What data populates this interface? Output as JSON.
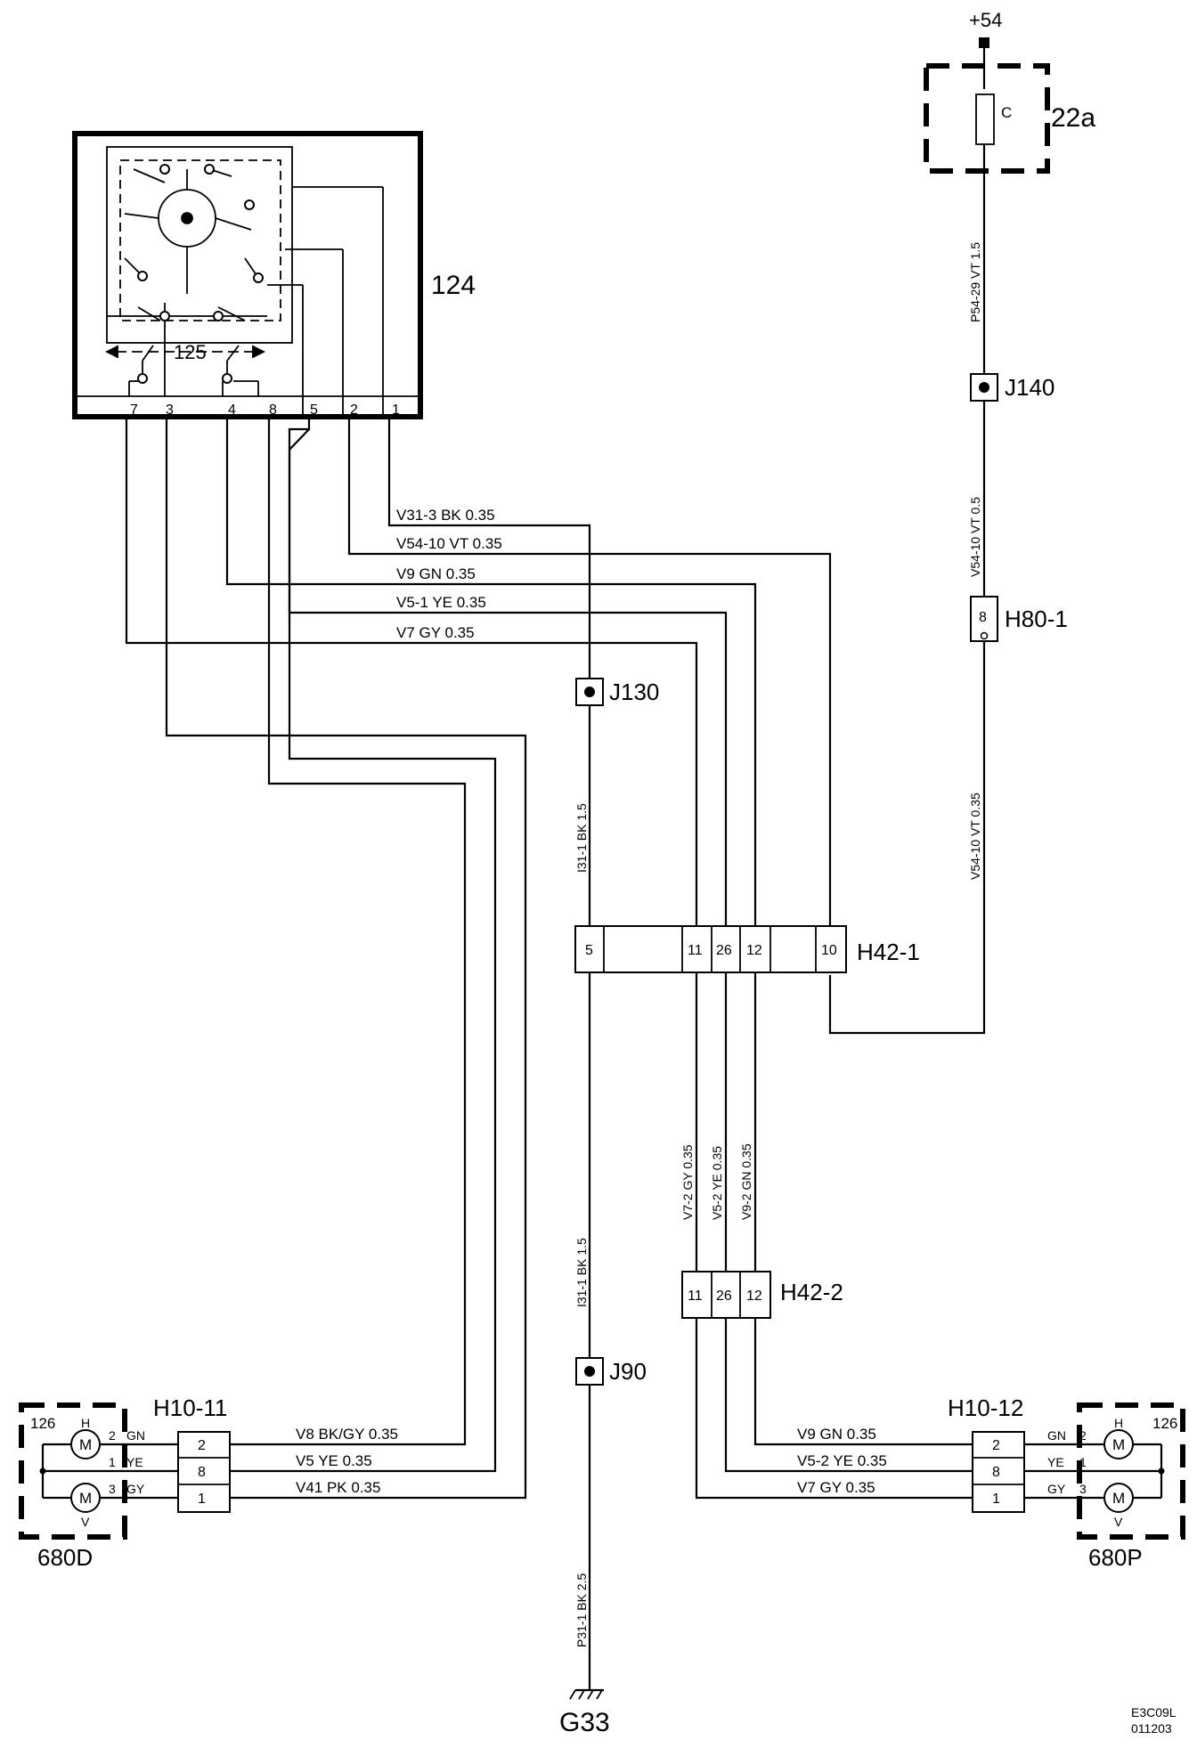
{
  "components": {
    "switch": "124",
    "switch_inner": "125",
    "fuse_box": "22a",
    "fuse_letter": "C",
    "supply": "+54",
    "ground": "G33",
    "mirror_left_motor": "126",
    "mirror_right_motor": "126",
    "mirror_left": "680D",
    "mirror_right": "680P",
    "motor_letter": "M",
    "motor_h": "H",
    "motor_v": "V"
  },
  "switch_pins": [
    "7",
    "3",
    "4",
    "8",
    "5",
    "2",
    "1"
  ],
  "connectors": {
    "j140": "J140",
    "h80_1": "H80-1",
    "h80_1_pin": "8",
    "j130": "J130",
    "h42_1": "H42-1",
    "h42_1_pins": [
      "5",
      "11",
      "26",
      "12",
      "10"
    ],
    "h42_2": "H42-2",
    "h42_2_pins": [
      "11",
      "26",
      "12"
    ],
    "j90": "J90",
    "h10_11": "H10-11",
    "h10_11_pins": [
      "2",
      "8",
      "1"
    ],
    "h10_12": "H10-12",
    "h10_12_pins": [
      "2",
      "8",
      "1"
    ]
  },
  "wires": {
    "v31_3": "V31-3  BK  0.35",
    "v54_10a": "V54-10  VT  0.35",
    "v9": "V9  GN  0.35",
    "v5_1": "V5-1  YE  0.35",
    "v7": "V7  GY  0.35",
    "p54_29": "P54-29  VT  1.5",
    "v54_10b": "V54-10  VT  0.5",
    "v54_10c": "V54-10  VT  0.35",
    "i31_1a": "I31-1  BK  1.5",
    "i31_1b": "I31-1  BK  1.5",
    "p31_1": "P31-1  BK  2.5",
    "v7_2": "V7-2  GY  0.35",
    "v5_2": "V5-2  YE  0.35",
    "v9_2": "V9-2  GN  0.35",
    "v8": "V8  BK/GY  0.35",
    "v5": "V5  YE  0.35",
    "v41": "V41  PK  0.35",
    "r_v9": "V9  GN  0.35",
    "r_v5_2": "V5-2  YE  0.35",
    "r_v7": "V7  GY  0.35"
  },
  "mirror_left_pins": [
    {
      "num": "2",
      "color": "GN"
    },
    {
      "num": "1",
      "color": "YE"
    },
    {
      "num": "3",
      "color": "GY"
    }
  ],
  "mirror_right_pins": [
    {
      "num": "2",
      "color": "GN"
    },
    {
      "num": "1",
      "color": "YE"
    },
    {
      "num": "3",
      "color": "GY"
    }
  ],
  "footer": {
    "code": "E3C09L",
    "date": "011203"
  }
}
